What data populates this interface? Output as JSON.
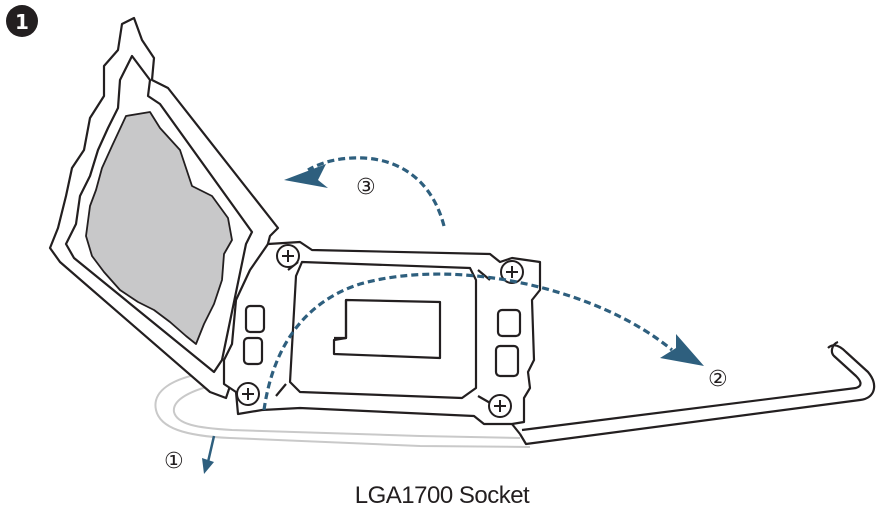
{
  "step_number": "❶",
  "callouts": {
    "release_lever": "①",
    "open_lever": "②",
    "lift_plate": "③"
  },
  "caption": "LGA1700 Socket",
  "colors": {
    "arrow": "#2e5f7e",
    "outline": "#231f20",
    "gray_pad": "#c8c8c9"
  }
}
